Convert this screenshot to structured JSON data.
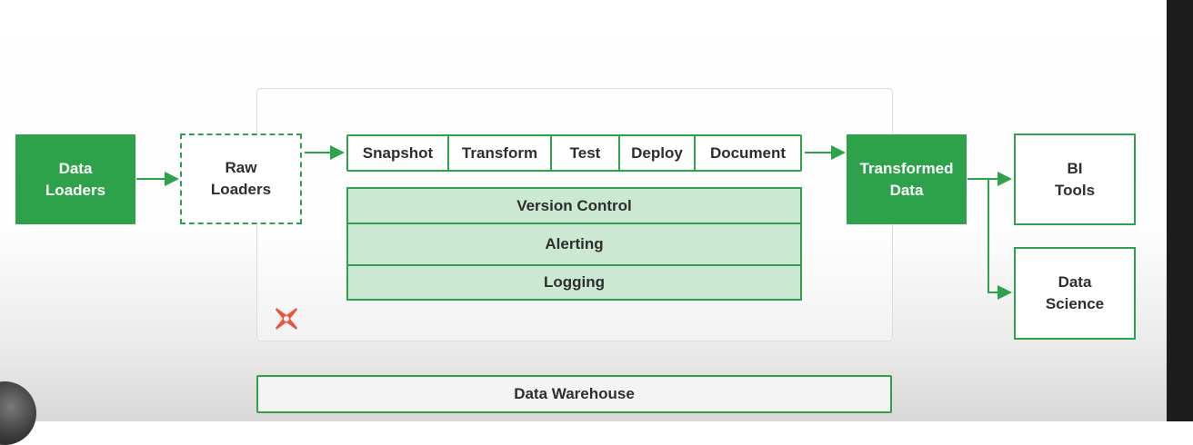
{
  "diagram": {
    "data_loaders": "Data\nLoaders",
    "raw_loaders": "Raw\nLoaders",
    "steps": [
      "Snapshot",
      "Transform",
      "Test",
      "Deploy",
      "Document"
    ],
    "layers": [
      "Version Control",
      "Alerting",
      "Logging"
    ],
    "transformed_data": "Transformed\nData",
    "bi_tools": "BI\nTools",
    "data_science": "Data\nScience",
    "data_warehouse": "Data Warehouse",
    "logo": "dbt-logo-icon"
  },
  "colors": {
    "accent": "#2da24a",
    "layer_fill": "#cbe9d2",
    "text": "#2e2e2e"
  }
}
